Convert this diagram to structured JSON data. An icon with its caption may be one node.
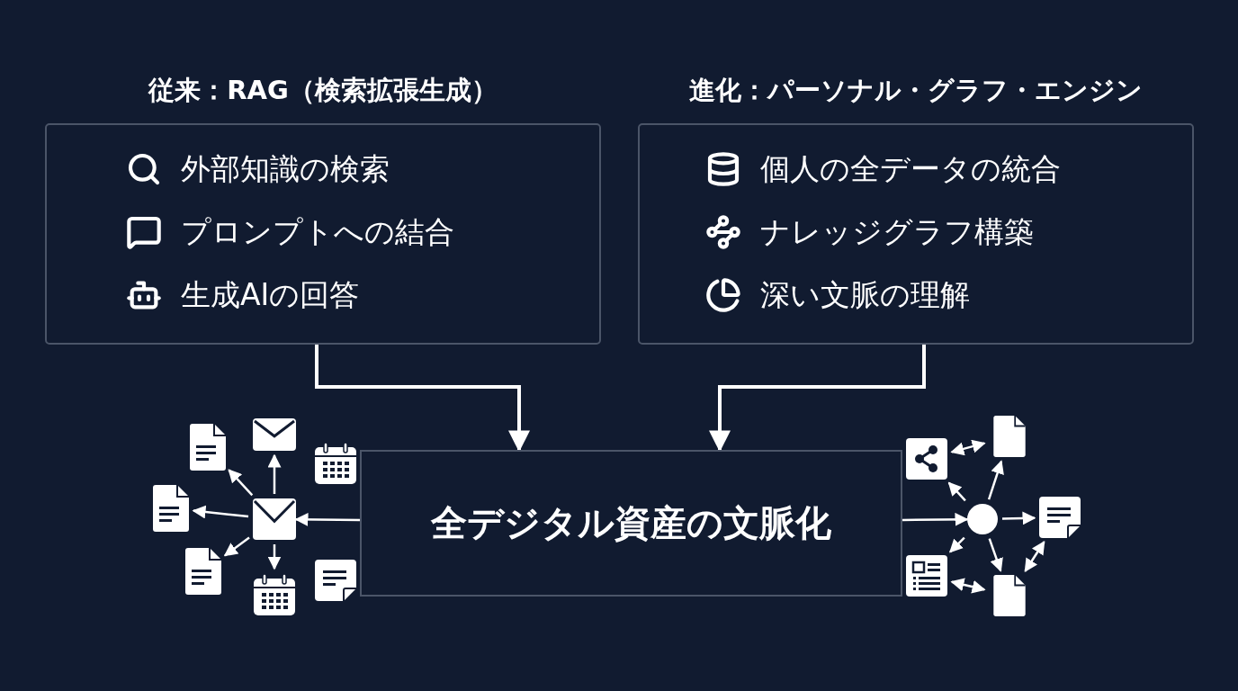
{
  "diagram": {
    "nodes": [
      {
        "text": [
          "従来：RAG（検索拡張生成）",
          "外部知識の検索",
          "プロンプトへの結合",
          "生成AIの回答"
        ]
      },
      {
        "text": [
          "進化：パーソナル・グラフ・エンジン",
          "個人の全データの統合",
          "ナレッジグラフ構築",
          "深い文脈の理解"
        ]
      },
      {
        "text": [
          "全デジタル資産の文脈化"
        ]
      },
      {
        "text": [],
        "shape": "document"
      },
      {
        "text": [],
        "shape": "envelope"
      },
      {
        "text": [],
        "shape": "calendar"
      },
      {
        "text": [],
        "shape": "document"
      },
      {
        "text": [],
        "shape": "envelope"
      },
      {
        "text": [],
        "shape": "document"
      },
      {
        "text": [],
        "shape": "calendar"
      },
      {
        "text": [],
        "shape": "note"
      },
      {
        "text": [],
        "shape": "share"
      },
      {
        "text": [],
        "shape": "document"
      },
      {
        "text": [],
        "shape": "circle"
      },
      {
        "text": [],
        "shape": "note"
      },
      {
        "text": [],
        "shape": "article"
      },
      {
        "text": [],
        "shape": "document"
      }
    ],
    "edges": [
      {
        "from": 0,
        "to": 2,
        "arrow": "to"
      },
      {
        "from": 1,
        "to": 2,
        "arrow": "to"
      },
      {
        "from": 2,
        "to": 7,
        "arrow": "to"
      },
      {
        "from": 7,
        "to": 3,
        "arrow": "to"
      },
      {
        "from": 7,
        "to": 4,
        "arrow": "to"
      },
      {
        "from": 7,
        "to": 6,
        "arrow": "to"
      },
      {
        "from": 7,
        "to": 8,
        "arrow": "to"
      },
      {
        "from": 7,
        "to": 9,
        "arrow": "to"
      },
      {
        "from": 2,
        "to": 13,
        "arrow": "to"
      },
      {
        "from": 13,
        "to": 11,
        "arrow": "to"
      },
      {
        "from": 13,
        "to": 12,
        "arrow": "to"
      },
      {
        "from": 13,
        "to": 14,
        "arrow": "to"
      },
      {
        "from": 13,
        "to": 15,
        "arrow": "to"
      },
      {
        "from": 13,
        "to": 16,
        "arrow": "to"
      },
      {
        "from": 11,
        "to": 12,
        "arrow": "both"
      },
      {
        "from": 15,
        "to": 16,
        "arrow": "both"
      },
      {
        "from": 16,
        "to": 14,
        "arrow": "both"
      }
    ]
  }
}
